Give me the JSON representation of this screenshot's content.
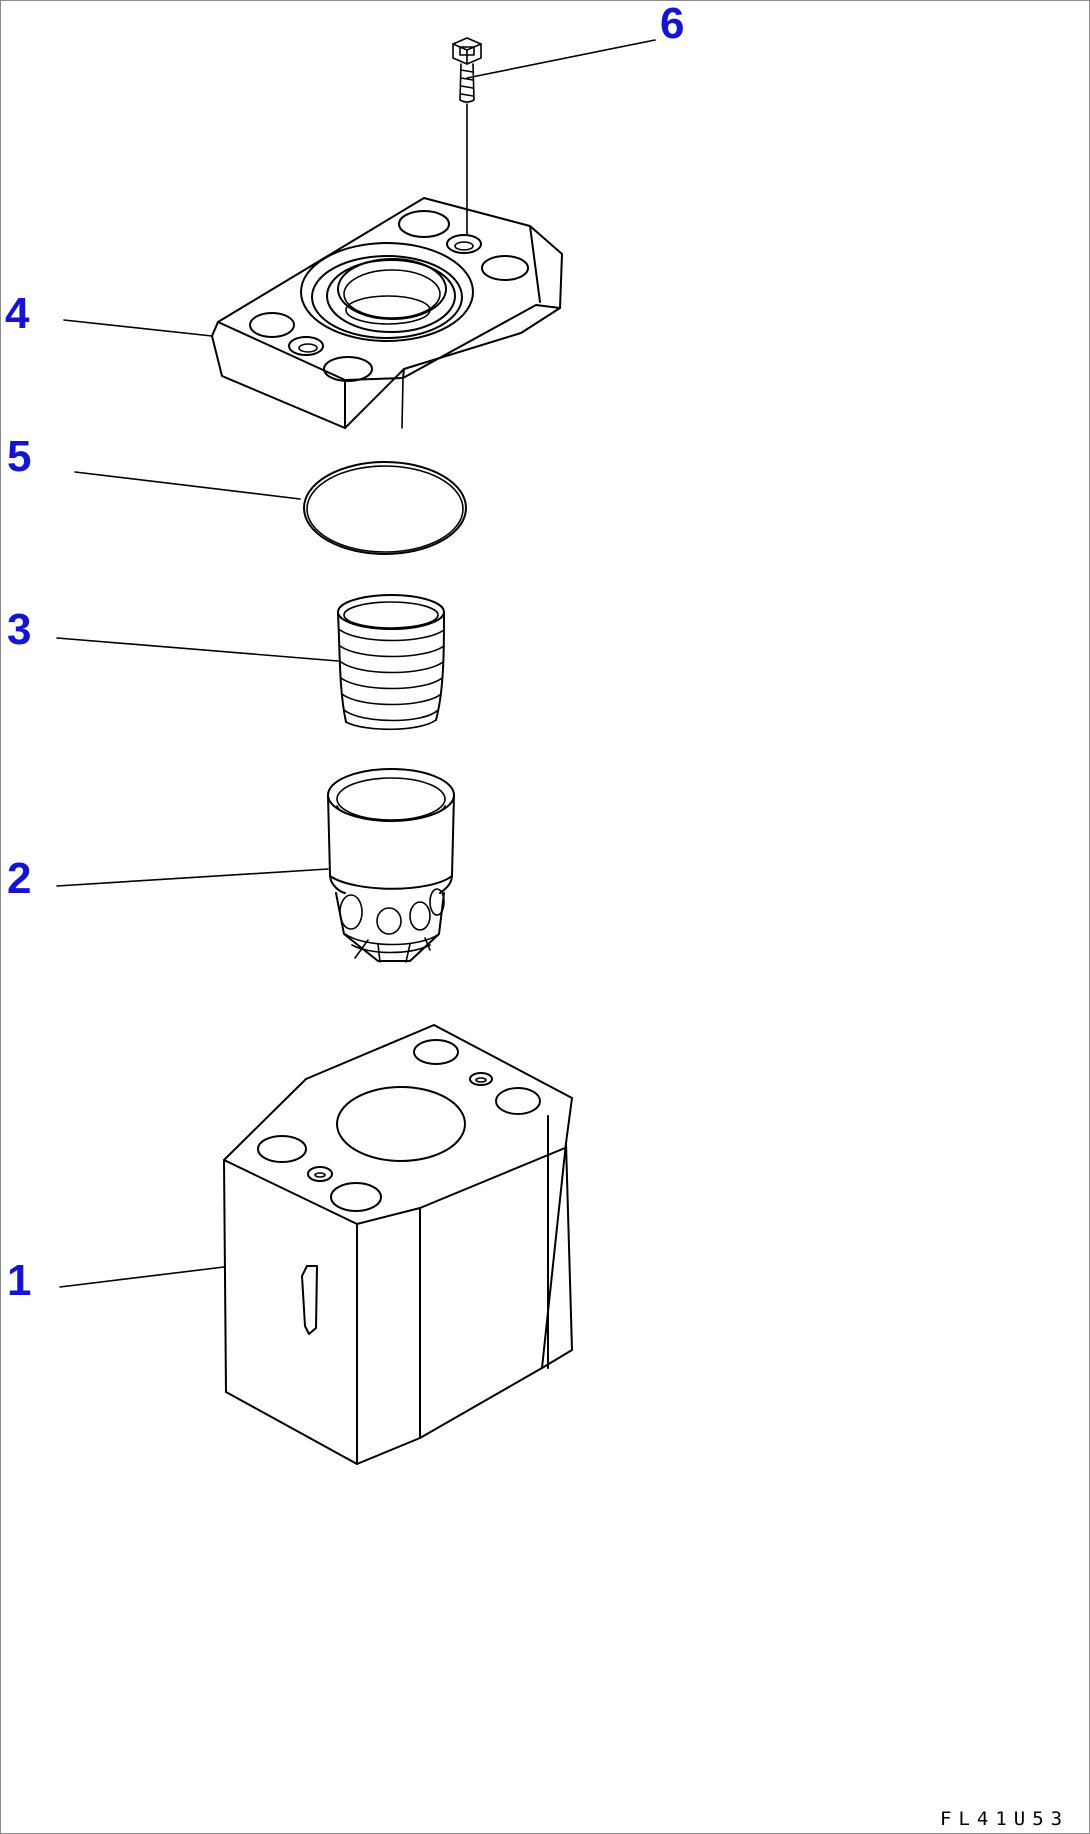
{
  "diagram": {
    "drawing_code": "FL41U53",
    "callout_color": "#1414d2",
    "line_color": "#000000",
    "callouts": [
      {
        "number": "1",
        "part": "valve-body"
      },
      {
        "number": "2",
        "part": "valve-spool"
      },
      {
        "number": "3",
        "part": "spring"
      },
      {
        "number": "4",
        "part": "cover-plate"
      },
      {
        "number": "5",
        "part": "o-ring"
      },
      {
        "number": "6",
        "part": "bolt"
      }
    ]
  }
}
